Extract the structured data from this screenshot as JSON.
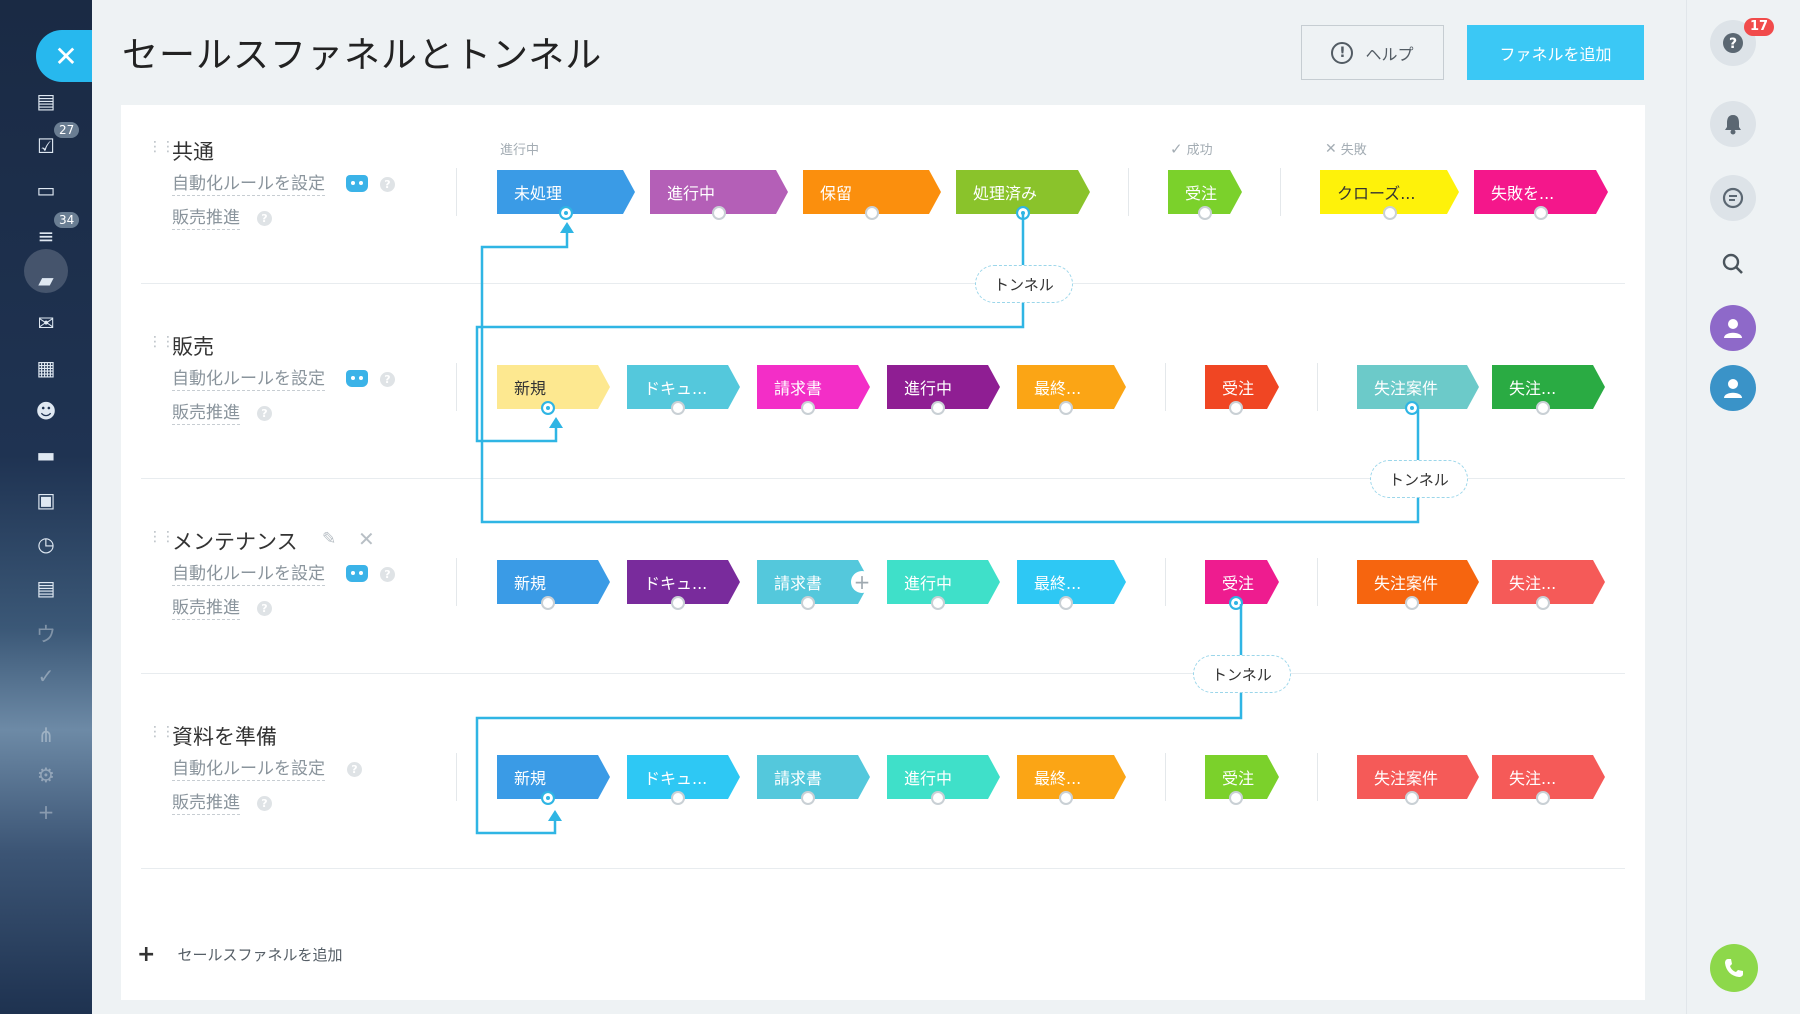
{
  "page": {
    "title": "セールスファネルとトンネル",
    "help_label": "ヘルプ",
    "add_funnel_label": "ファネルを追加",
    "add_sales_funnel_label": "セールスファネルを追加"
  },
  "left_nav": {
    "close_icon": "close-icon",
    "items": [
      {
        "name": "feed-icon"
      },
      {
        "name": "tasks-icon",
        "badge": "27"
      },
      {
        "name": "calendar-window-icon"
      },
      {
        "name": "crm-funnel-icon",
        "badge": "34",
        "active": true
      },
      {
        "name": "chat-icon"
      },
      {
        "name": "mail-icon"
      },
      {
        "name": "apps-icon"
      },
      {
        "name": "contacts-icon"
      },
      {
        "name": "storage-icon"
      },
      {
        "name": "calendar-icon"
      },
      {
        "name": "time-icon"
      },
      {
        "name": "card-icon"
      },
      {
        "name": "sites-icon"
      },
      {
        "name": "check-icon"
      },
      {
        "name": "org-chart-icon"
      },
      {
        "name": "settings-icon"
      },
      {
        "name": "add-icon"
      }
    ]
  },
  "right_nav": {
    "help_badge": "17"
  },
  "columns": {
    "in_progress": "進行中",
    "success": "成功",
    "failure": "失敗"
  },
  "common_links": {
    "automation": "自動化ルールを設定",
    "sales_boost": "販売推進",
    "help": "?"
  },
  "funnels": [
    {
      "name": "共通",
      "editable": false,
      "stages": [
        {
          "label": "未処理",
          "color": "#3a9be6"
        },
        {
          "label": "進行中",
          "color": "#b45fb7"
        },
        {
          "label": "保留",
          "color": "#fb8f0d"
        },
        {
          "label": "処理済み",
          "color": "#8ac32b"
        },
        {
          "label": "受注",
          "color": "#7bd12b"
        },
        {
          "label": "クローズ...",
          "color": "#fef20a",
          "dark": true
        },
        {
          "label": "失敗を...",
          "color": "#f4178b"
        }
      ]
    },
    {
      "name": "販売",
      "editable": false,
      "stages": [
        {
          "label": "新規",
          "color": "#fde890",
          "dark": true
        },
        {
          "label": "ドキュ...",
          "color": "#54c8dc"
        },
        {
          "label": "請求書",
          "color": "#f32ec7"
        },
        {
          "label": "進行中",
          "color": "#8f1e93"
        },
        {
          "label": "最終...",
          "color": "#fba515"
        },
        {
          "label": "受注",
          "color": "#f04623"
        },
        {
          "label": "失注案件",
          "color": "#6ccac9"
        },
        {
          "label": "失注...",
          "color": "#2aab43"
        }
      ]
    },
    {
      "name": "メンテナンス",
      "editable": true,
      "stages": [
        {
          "label": "新規",
          "color": "#3a9be6"
        },
        {
          "label": "ドキュ...",
          "color": "#792b9c"
        },
        {
          "label": "請求書",
          "color": "#54c8dc"
        },
        {
          "label": "進行中",
          "color": "#3fe0c9"
        },
        {
          "label": "最終...",
          "color": "#2ec8f4"
        },
        {
          "label": "受注",
          "color": "#ee1c8f"
        },
        {
          "label": "失注案件",
          "color": "#f6650f"
        },
        {
          "label": "失注...",
          "color": "#f55a58"
        }
      ]
    },
    {
      "name": "資料を準備",
      "editable": false,
      "stages": [
        {
          "label": "新規",
          "color": "#3a9be6"
        },
        {
          "label": "ドキュ...",
          "color": "#2ec8f4"
        },
        {
          "label": "請求書",
          "color": "#54c8dc"
        },
        {
          "label": "進行中",
          "color": "#3fe0c9"
        },
        {
          "label": "最終...",
          "color": "#fba515"
        },
        {
          "label": "受注",
          "color": "#7bd12b"
        },
        {
          "label": "失注案件",
          "color": "#f55a58"
        },
        {
          "label": "失注...",
          "color": "#f55a58"
        }
      ]
    }
  ],
  "tunnel_label": "トンネル",
  "colors": {
    "accent": "#3bc8f5",
    "tunnel_line": "#2fb5e4"
  }
}
